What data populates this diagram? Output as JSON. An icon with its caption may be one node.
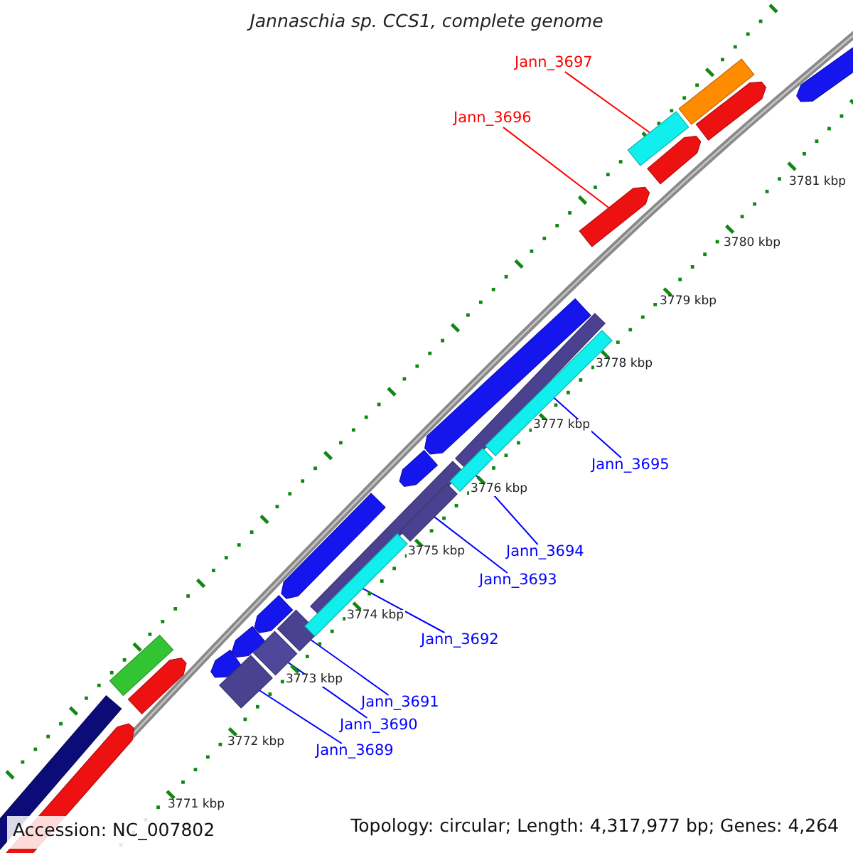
{
  "diagram": {
    "title": "Jannaschia sp. CCS1, complete genome",
    "nodes": [
      {
        "text": [
          "Jann_3697"
        ]
      },
      {
        "text": [
          "Jann_3696"
        ]
      },
      {
        "text": [
          "Jann_3695"
        ]
      },
      {
        "text": [
          "Jann_3694"
        ]
      },
      {
        "text": [
          "Jann_3693"
        ]
      },
      {
        "text": [
          "Jann_3692"
        ]
      },
      {
        "text": [
          "Jann_3691"
        ]
      },
      {
        "text": [
          "Jann_3690"
        ]
      },
      {
        "text": [
          "Jann_3689"
        ]
      },
      {
        "text": [],
        "shape": "bar"
      },
      {
        "text": [],
        "shape": "arrow"
      },
      {
        "text": [],
        "shape": "bar"
      },
      {
        "text": [],
        "shape": "bar"
      },
      {
        "text": [],
        "shape": "bar"
      },
      {
        "text": [],
        "shape": "bar"
      },
      {
        "text": [],
        "shape": "bar"
      },
      {
        "text": [],
        "shape": "bar"
      },
      {
        "text": [],
        "shape": "bar"
      },
      {
        "text": [],
        "shape": "arrow"
      },
      {
        "text": [],
        "shape": "bar"
      },
      {
        "text": [],
        "shape": "arrow"
      },
      {
        "text": [],
        "shape": "arrow"
      },
      {
        "text": [],
        "shape": "arrow"
      },
      {
        "text": [],
        "shape": "arrow"
      },
      {
        "text": [],
        "shape": "arrow"
      },
      {
        "text": [],
        "shape": "arrow"
      },
      {
        "text": [],
        "shape": "arrow"
      },
      {
        "text": [],
        "shape": "arrow"
      },
      {
        "text": [],
        "shape": "bar"
      },
      {
        "text": [],
        "shape": "bar"
      },
      {
        "text": [],
        "shape": "bar"
      },
      {
        "text": [],
        "shape": "bar"
      },
      {
        "text": [],
        "shape": "arrow"
      },
      {
        "text": [],
        "shape": "arrow"
      }
    ],
    "edges": [
      {
        "from": 0,
        "to": 9,
        "arrow": "none",
        "color": "#ff0000"
      },
      {
        "from": 1,
        "to": 10,
        "arrow": "none",
        "color": "#ff0000"
      },
      {
        "from": 2,
        "to": 11,
        "arrow": "none"
      },
      {
        "from": 3,
        "to": 12,
        "arrow": "none"
      },
      {
        "from": 4,
        "to": 13,
        "arrow": "none"
      },
      {
        "from": 5,
        "to": 14,
        "arrow": "none"
      },
      {
        "from": 6,
        "to": 15,
        "arrow": "none"
      },
      {
        "from": 7,
        "to": 16,
        "arrow": "none"
      },
      {
        "from": 8,
        "to": 17,
        "arrow": "none"
      }
    ],
    "labels": [
      "3781 kbp",
      "3780 kbp",
      "3779 kbp",
      "3778 kbp",
      "3777 kbp",
      "3776 kbp",
      "3775 kbp",
      "3774 kbp",
      "3773 kbp",
      "3772 kbp",
      "3771 kbp",
      "Accession: NC_007802",
      "Topology: circular; Length: 4,317,977 bp; Genes: 4,264"
    ]
  }
}
